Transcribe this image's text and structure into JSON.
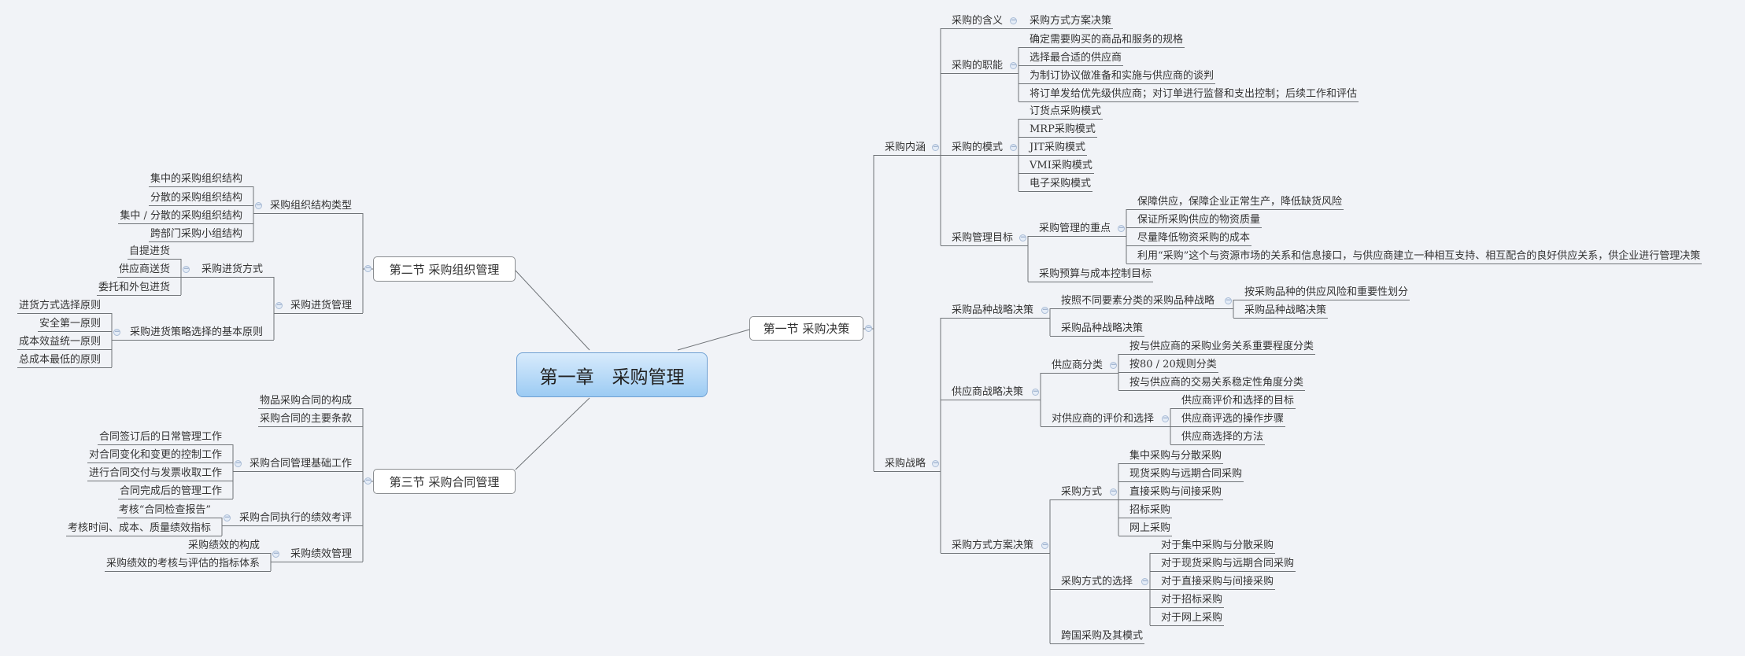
{
  "root": "第一章　采购管理",
  "s1": {
    "t": "第一节  采购决策",
    "c": [
      {
        "t": "采购内涵",
        "c": [
          {
            "t": "采购的含义",
            "c": [
              {
                "t": "采购方式方案决策"
              }
            ]
          },
          {
            "t": "采购的职能",
            "c": [
              {
                "t": "确定需要购买的商品和服务的规格"
              },
              {
                "t": "选择最合适的供应商"
              },
              {
                "t": "为制订协议做准备和实施与供应商的谈判"
              },
              {
                "t": "将订单发给优先级供应商；对订单进行监督和支出控制；后续工作和评估"
              }
            ]
          },
          {
            "t": "采购的模式",
            "c": [
              {
                "t": "订货点采购模式"
              },
              {
                "t": "MRP采购模式"
              },
              {
                "t": "JIT采购模式"
              },
              {
                "t": "VMI采购模式"
              },
              {
                "t": "电子采购模式"
              }
            ]
          },
          {
            "t": "采购管理目标",
            "c": [
              {
                "t": "采购管理的重点",
                "c": [
                  {
                    "t": "保障供应，保障企业正常生产，降低缺货风险"
                  },
                  {
                    "t": "保证所采购供应的物资质量"
                  },
                  {
                    "t": "尽量降低物资采购的成本"
                  },
                  {
                    "t": "利用“采购”这个与资源市场的关系和信息接口，与供应商建立一种相互支持、相互配合的良好供应关系，供企业进行管理决策"
                  }
                ]
              },
              {
                "t": "采购预算与成本控制目标"
              }
            ]
          }
        ]
      },
      {
        "t": "采购战略",
        "c": [
          {
            "t": "采购品种战略决策",
            "c": [
              {
                "t": "按照不同要素分类的采购品种战略",
                "c": [
                  {
                    "t": "按采购品种的供应风险和重要性划分"
                  },
                  {
                    "t": "采购品种战略决策"
                  }
                ]
              },
              {
                "t": "采购品种战略决策"
              }
            ]
          },
          {
            "t": "供应商战略决策",
            "c": [
              {
                "t": "供应商分类",
                "c": [
                  {
                    "t": "按与供应商的采购业务关系重要程度分类"
                  },
                  {
                    "t": "按80 / 20规则分类"
                  },
                  {
                    "t": "按与供应商的交易关系稳定性角度分类"
                  }
                ]
              },
              {
                "t": "对供应商的评价和选择",
                "c": [
                  {
                    "t": "供应商评价和选择的目标"
                  },
                  {
                    "t": "供应商评选的操作步骤"
                  },
                  {
                    "t": "供应商选择的方法"
                  }
                ]
              }
            ]
          },
          {
            "t": "采购方式方案决策",
            "c": [
              {
                "t": "采购方式",
                "c": [
                  {
                    "t": "集中采购与分散采购"
                  },
                  {
                    "t": "现货采购与远期合同采购"
                  },
                  {
                    "t": "直接采购与间接采购"
                  },
                  {
                    "t": "招标采购"
                  },
                  {
                    "t": "网上采购"
                  }
                ]
              },
              {
                "t": "采购方式的选择",
                "c": [
                  {
                    "t": "对于集中采购与分散采购"
                  },
                  {
                    "t": "对于现货采购与远期合同采购"
                  },
                  {
                    "t": "对于直接采购与间接采购"
                  },
                  {
                    "t": "对于招标采购"
                  },
                  {
                    "t": "对于网上采购"
                  }
                ]
              },
              {
                "t": "跨国采购及其模式"
              }
            ]
          }
        ]
      }
    ]
  },
  "s2": {
    "t": "第二节  采购组织管理",
    "c": [
      {
        "t": "采购组织结构类型",
        "c": [
          {
            "t": "集中的采购组织结构"
          },
          {
            "t": "分散的采购组织结构"
          },
          {
            "t": "集中 / 分散的采购组织结构"
          },
          {
            "t": "跨部门采购小组结构"
          }
        ]
      },
      {
        "t": "采购进货管理",
        "c": [
          {
            "t": "采购进货方式",
            "c": [
              {
                "t": "自提进货"
              },
              {
                "t": "供应商送货"
              },
              {
                "t": "委托和外包进货"
              }
            ]
          },
          {
            "t": "采购进货策略选择的基本原则",
            "c": [
              {
                "t": "进货方式选择原则"
              },
              {
                "t": "安全第一原则"
              },
              {
                "t": "成本效益统一原则"
              },
              {
                "t": "总成本最低的原则"
              }
            ]
          }
        ]
      }
    ]
  },
  "s3": {
    "t": "第三节  采购合同管理",
    "c": [
      {
        "t": "物品采购合同的构成"
      },
      {
        "t": "采购合同的主要条款"
      },
      {
        "t": "采购合同管理基础工作",
        "c": [
          {
            "t": "合同签订后的日常管理工作"
          },
          {
            "t": "对合同变化和变更的控制工作"
          },
          {
            "t": "进行合同交付与发票收取工作"
          },
          {
            "t": "合同完成后的管理工作"
          }
        ]
      },
      {
        "t": "采购合同执行的绩效考评",
        "c": [
          {
            "t": "考核“合同检查报告”"
          },
          {
            "t": "考核时间、成本、质量绩效指标"
          }
        ]
      },
      {
        "t": "采购绩效管理",
        "c": [
          {
            "t": "采购绩效的构成"
          },
          {
            "t": "采购绩效的考核与评估的指标体系"
          }
        ]
      }
    ]
  }
}
